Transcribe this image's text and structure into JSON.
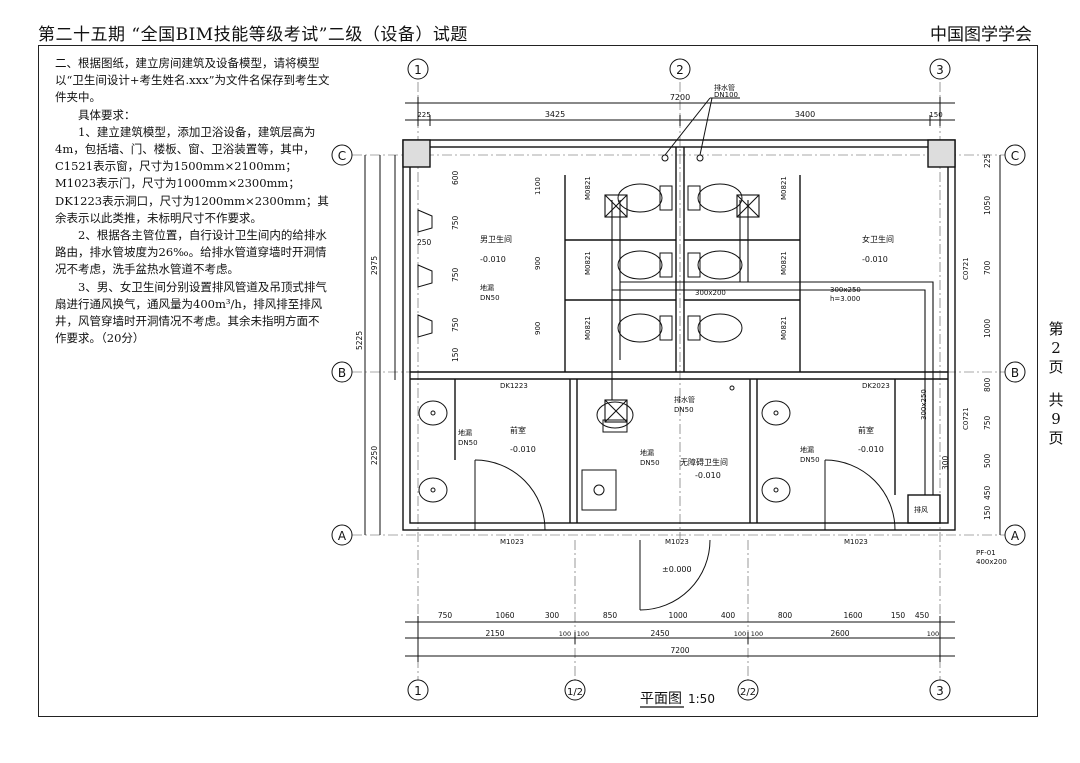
{
  "header": {
    "title": "第二十五期 “全国BIM技能等级考试”二级（设备）试题",
    "organizer": "中国图学学会"
  },
  "question": {
    "intro": "二、根据图纸，建立房间建筑及设备模型，请将模型以“卫生间设计+考生姓名.xxx”为文件名保存到考生文件夹中。",
    "req_title": "具体要求：",
    "req1": "1、建立建筑模型，添加卫浴设备，建筑层高为4m，包括墙、门、楼板、窗、卫浴装置等，其中，C1521表示窗，尺寸为1500mm×2100mm；M1023表示门，尺寸为1000mm×2300mm；DK1223表示洞口，尺寸为1200mm×2300mm；其余表示以此类推，未标明尺寸不作要求。",
    "req2": "2、根据各主管位置，自行设计卫生间内的给排水路由，排水管坡度为26‰。给排水管道穿墙时开洞情况不考虑，洗手盆热水管道不考虑。",
    "req3": "3、男、女卫生间分别设置排风管道及吊顶式排气扇进行通风换气，通风量为400m³/h，排风排至排风井，风管穿墙时开洞情况不考虑。其余未指明方面不作要求。（20分）"
  },
  "page": {
    "c1": "第",
    "c2": "2",
    "c3": "页",
    "c4": "共",
    "c5": "9",
    "c6": "页"
  },
  "plan": {
    "title": "平面图",
    "scale": "1:50",
    "grid": {
      "g1": "1",
      "g2": "2",
      "g3": "3",
      "g12": "1/2",
      "g22": "2/2",
      "gA": "A",
      "gB": "B",
      "gC": "C"
    },
    "dims_top": {
      "total": "7200",
      "d1": "3425",
      "d2": "3400",
      "e1": "225",
      "e2": "150"
    },
    "dims_bottom": {
      "a1": "750",
      "a2": "1060",
      "a3": "300",
      "a4": "850",
      "a5": "1000",
      "a6": "400",
      "a7": "800",
      "a8": "1600",
      "a9": "150",
      "a10": "450",
      "b1": "2150",
      "b2": "100",
      "b3": "100",
      "b4": "2450",
      "b5": "100",
      "b6": "100",
      "b7": "2600",
      "b8": "100",
      "total": "7200"
    },
    "dims_left": {
      "l1": "2975",
      "l2": "5225",
      "l3": "2250",
      "s1": "600",
      "s2": "750",
      "s3": "750",
      "s4": "750",
      "s5": "250",
      "s6": "150"
    },
    "dims_right": {
      "r1": "225",
      "r2": "1050",
      "r3": "700",
      "r4": "1000",
      "r5": "800",
      "r6": "750",
      "r7": "500",
      "r8": "450",
      "r9": "150",
      "r10": "300"
    },
    "windows": {
      "w1": "C0721",
      "w2": "C0721",
      "m1": "M0821",
      "m2": "M0821",
      "m3": "M0821",
      "m4": "M0821",
      "m5": "M0821",
      "m6": "M0821"
    },
    "rooms": {
      "men": "男卫生间",
      "women": "女卫生间",
      "front1": "前室",
      "front2": "前室",
      "barrier": "无障碍卫生间",
      "lvl": "-0.010",
      "floor_lvl": "±0.000"
    },
    "labels": {
      "drain_pipe": "排水管",
      "dn100": "DN100",
      "floor_drain": "地漏",
      "dn50": "DN50",
      "duct1": "300x200",
      "duct2": "300x250",
      "duct3": "300x250",
      "duct_h": "h=3.000",
      "dk": "DK1223",
      "dk2": "DK2023",
      "door": "M1023",
      "exhaust": "排风",
      "pf": "PF-01",
      "pf_size": "400x200",
      "ddim1": "1100",
      "ddim2": "900",
      "ddim3": "900"
    }
  }
}
